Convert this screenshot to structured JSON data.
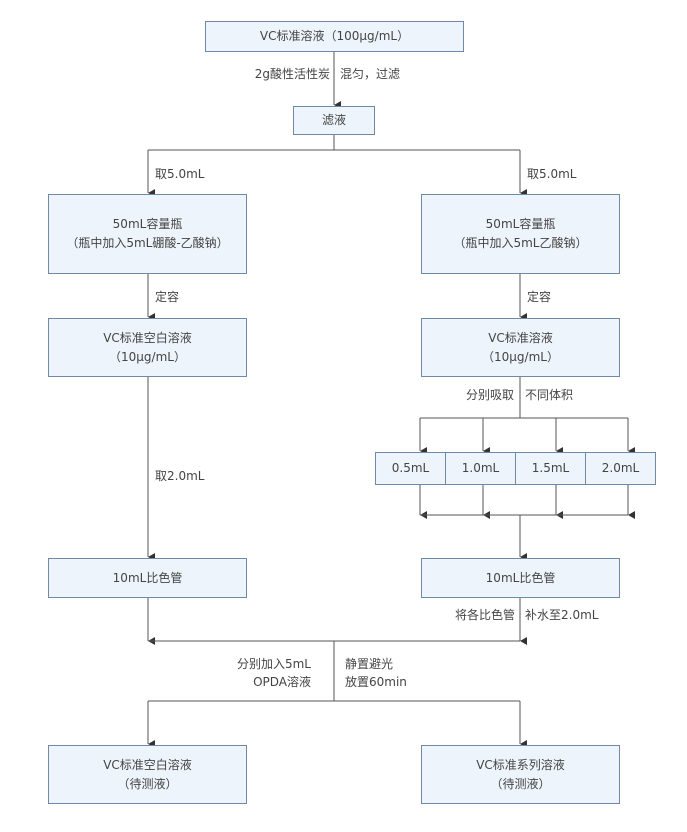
{
  "diagram": {
    "nodes": {
      "vc_std_100": "VC标准溶液（100μg/mL）",
      "filtrate": "滤液",
      "flask_left_l1": "50mL容量瓶",
      "flask_left_l2": "（瓶中加入5mL硼酸-乙酸钠）",
      "flask_right_l1": "50mL容量瓶",
      "flask_right_l2": "（瓶中加入5mL乙酸钠）",
      "blank_10_l1": "VC标准空白溶液",
      "blank_10_l2": "（10μg/mL）",
      "std_10_l1": "VC标准溶液",
      "std_10_l2": "（10μg/mL）",
      "vol_05": "0.5mL",
      "vol_10": "1.0mL",
      "vol_15": "1.5mL",
      "vol_20": "2.0mL",
      "tube_left": "10mL比色管",
      "tube_right": "10mL比色管",
      "final_blank_l1": "VC标准空白溶液",
      "final_blank_l2": "（待测液）",
      "final_series_l1": "VC标准系列溶液",
      "final_series_l2": "（待测液）"
    },
    "labels": {
      "charcoal": "2g酸性活性炭",
      "mix_filter": "混匀，过滤",
      "take_left": "取5.0mL",
      "take_right": "取5.0mL",
      "dilute_left": "定容",
      "dilute_right": "定容",
      "take_2ml": "取2.0mL",
      "pipette": "分别吸取",
      "diff_vol": "不同体积",
      "each_tube": "将各比色管",
      "fill_water": "补水至2.0mL",
      "add_opda_l1": "分别加入5mL",
      "add_opda_l2": "OPDA溶液",
      "stand_l1": "静置避光",
      "stand_l2": "放置60min"
    },
    "colors": {
      "box_fill": "#eef4fb",
      "box_border": "#6f8aa6",
      "line": "#444444"
    }
  }
}
